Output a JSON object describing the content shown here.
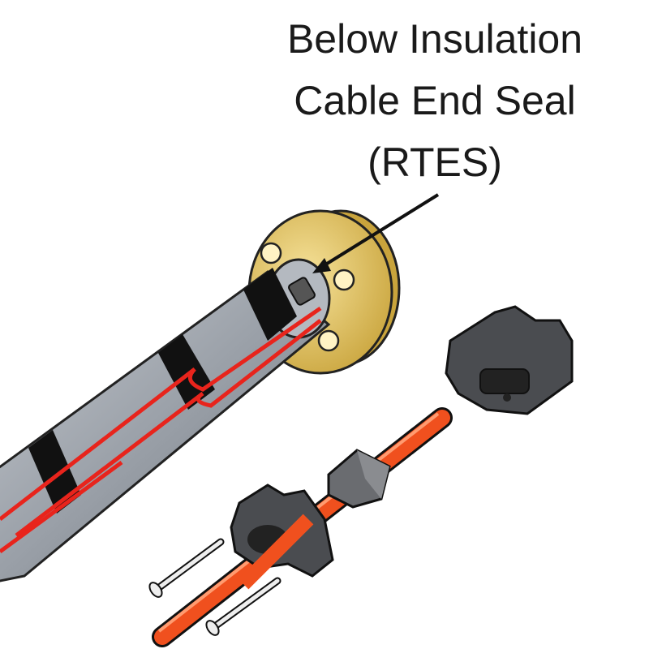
{
  "label": {
    "line1": "Below Insulation",
    "line2": "Cable End Seal",
    "line3": "(RTES)"
  },
  "colors": {
    "pipe": "#9aa0a8",
    "flange": "#e8c865",
    "heating_cable": "#e8241c",
    "orange_cable": "#f0501e",
    "seal_body": "#4a4c50"
  }
}
